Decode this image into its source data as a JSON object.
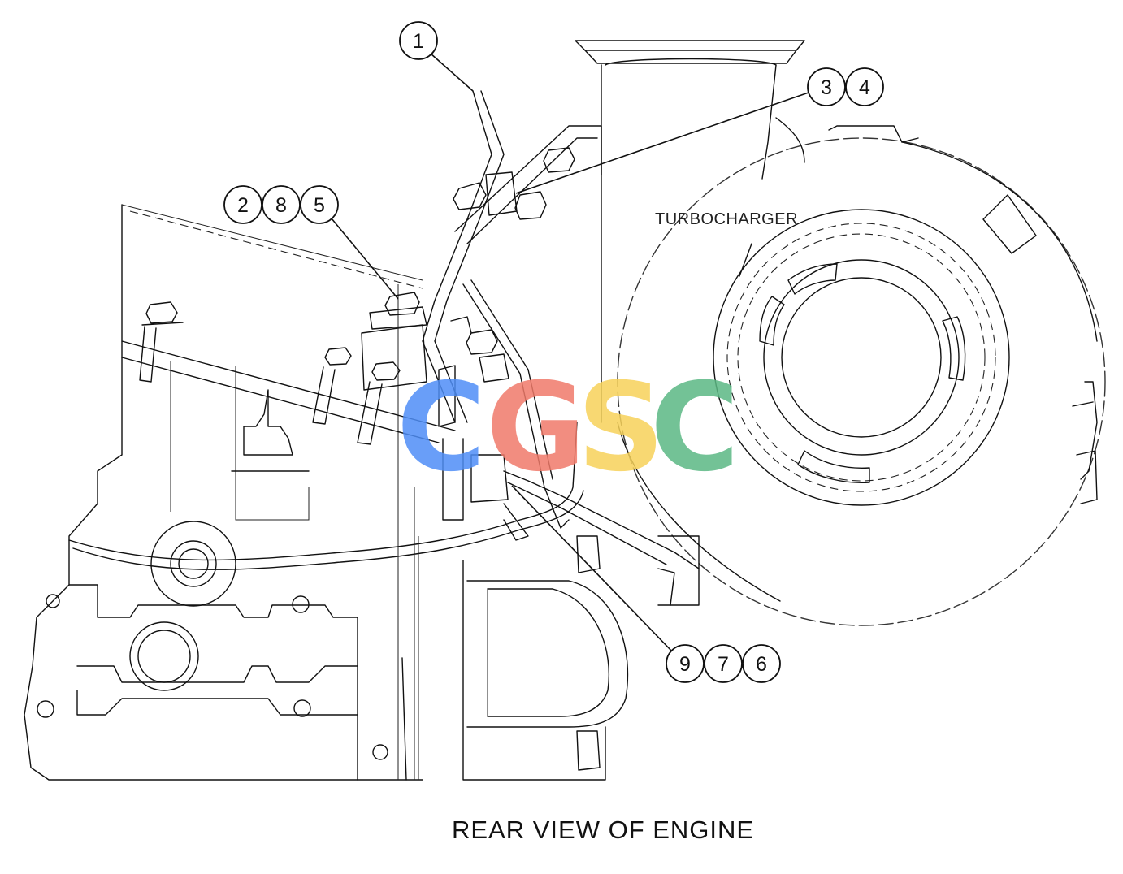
{
  "diagram": {
    "caption": "REAR VIEW OF ENGINE",
    "component_label": "TURBOCHARGER",
    "callouts": [
      {
        "id": "callout-1",
        "label": "1"
      },
      {
        "id": "callout-3",
        "label": "3"
      },
      {
        "id": "callout-4",
        "label": "4"
      },
      {
        "id": "callout-2",
        "label": "2"
      },
      {
        "id": "callout-8",
        "label": "8"
      },
      {
        "id": "callout-5",
        "label": "5"
      },
      {
        "id": "callout-9",
        "label": "9"
      },
      {
        "id": "callout-7",
        "label": "7"
      },
      {
        "id": "callout-6",
        "label": "6"
      }
    ]
  },
  "watermark": {
    "letters": [
      "C",
      "G",
      "S",
      "C"
    ],
    "colors": [
      "#4f8ef7",
      "#f07a6a",
      "#f7d25a",
      "#5bb884"
    ]
  }
}
